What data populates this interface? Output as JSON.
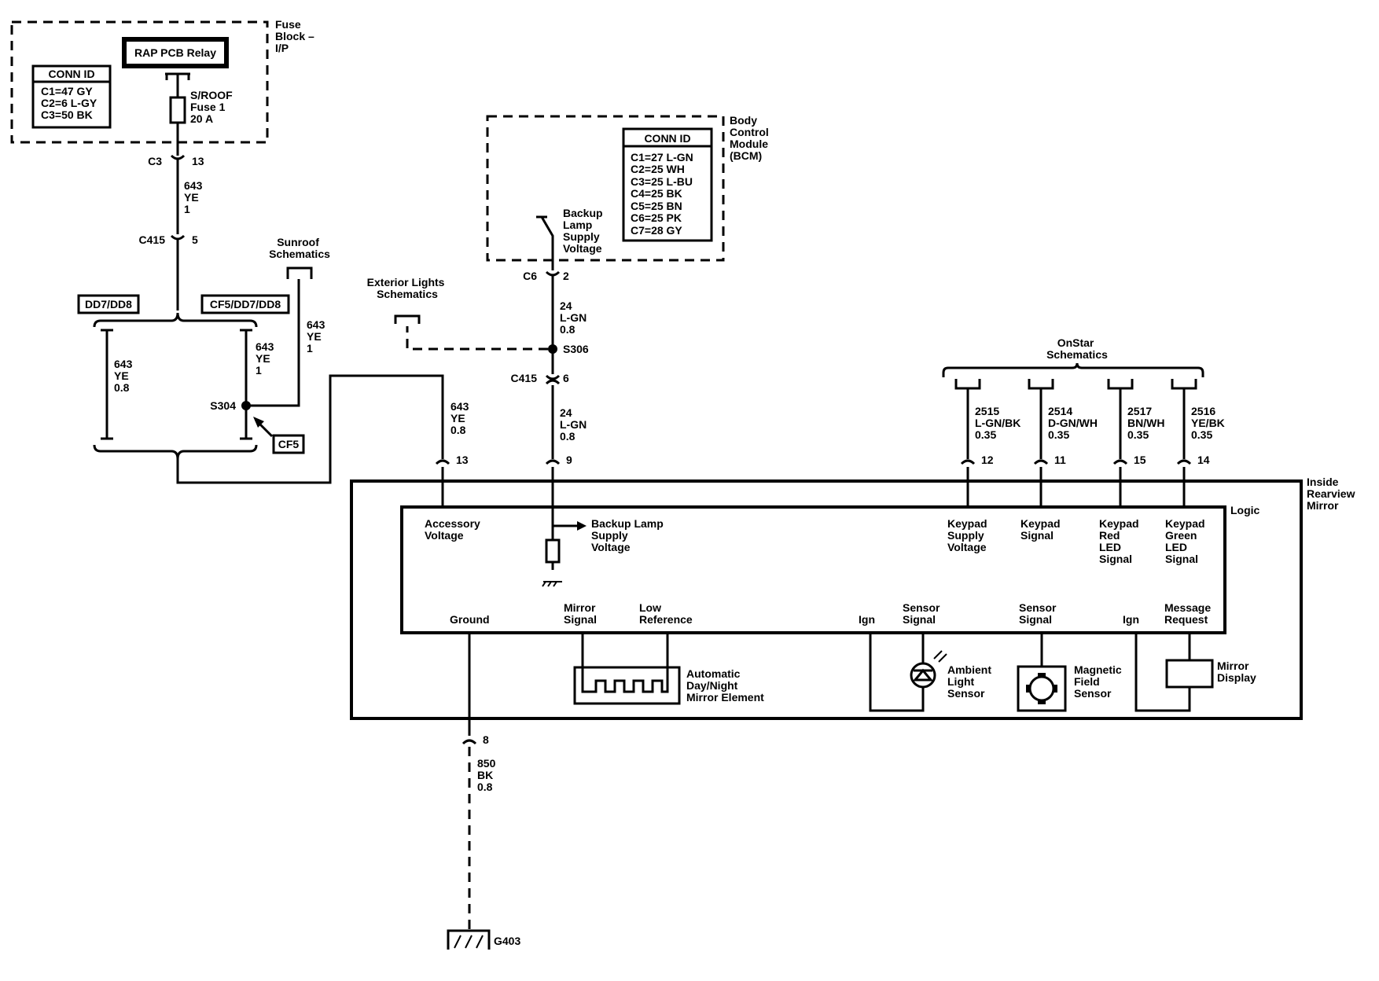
{
  "fuse_block": {
    "title_lines": [
      "Fuse",
      "Block –",
      "I/P"
    ],
    "relay": "RAP PCB Relay",
    "fuse_lines": [
      "S/ROOF",
      "Fuse 1",
      "20 A"
    ],
    "conn_title": "CONN ID",
    "conn_rows": [
      "C1=47 GY",
      "C2=6 L-GY",
      "C3=50 BK"
    ]
  },
  "bcm": {
    "title_lines": [
      "Body",
      "Control",
      "Module",
      "(BCM)"
    ],
    "conn_title": "CONN ID",
    "conn_rows": [
      "C1=27 L-GN",
      "C2=25 WH",
      "C3=25 L-BU",
      "C4=25 BK",
      "C5=25 BN",
      "C6=25 PK",
      "C7=28 GY"
    ],
    "switch_lines": [
      "Backup",
      "Lamp",
      "Supply",
      "Voltage"
    ]
  },
  "connectors": {
    "c3": "C3",
    "c3_pin": "13",
    "c415_a": "C415",
    "c415_a_pin": "5",
    "c6": "C6",
    "c6_pin": "2",
    "c415_b": "C415",
    "c415_b_pin": "6",
    "mirror_pin_13": "13",
    "mirror_pin_9": "9",
    "mirror_pin_12": "12",
    "mirror_pin_11": "11",
    "mirror_pin_15": "15",
    "mirror_pin_14": "14",
    "ground_pin": "8"
  },
  "wires": {
    "w1": [
      "643",
      "YE",
      "1"
    ],
    "w2": [
      "643",
      "YE",
      "0.8"
    ],
    "w3": [
      "643",
      "YE",
      "1"
    ],
    "w4": [
      "643",
      "YE",
      "1"
    ],
    "w5": [
      "643",
      "YE",
      "0.8"
    ],
    "w6": [
      "24",
      "L-GN",
      "0.8"
    ],
    "w7": [
      "24",
      "L-GN",
      "0.8"
    ],
    "w8": [
      "2515",
      "L-GN/BK",
      "0.35"
    ],
    "w9": [
      "2514",
      "D-GN/WH",
      "0.35"
    ],
    "w10": [
      "2517",
      "BN/WH",
      "0.35"
    ],
    "w11": [
      "2516",
      "YE/BK",
      "0.35"
    ],
    "w12": [
      "850",
      "BK",
      "0.8"
    ]
  },
  "options": {
    "dd7_dd8": "DD7/DD8",
    "cf5_dd7_dd8": "CF5/DD7/DD8",
    "cf5": "CF5"
  },
  "splices": {
    "s304": "S304",
    "s306": "S306"
  },
  "refs": {
    "sunroof": [
      "Sunroof",
      "Schematics"
    ],
    "exterior": [
      "Exterior Lights",
      "Schematics"
    ],
    "onstar": [
      "OnStar",
      "Schematics"
    ]
  },
  "mirror": {
    "title_lines": [
      "Inside",
      "Rearview",
      "Mirror"
    ],
    "logic": "Logic",
    "accessory": [
      "Accessory",
      "Voltage"
    ],
    "backup_lamp": [
      "Backup Lamp",
      "Supply",
      "Voltage"
    ],
    "keypad_supply": [
      "Keypad",
      "Supply",
      "Voltage"
    ],
    "keypad_signal": [
      "Keypad",
      "Signal"
    ],
    "keypad_red": [
      "Keypad",
      "Red",
      "LED",
      "Signal"
    ],
    "keypad_green": [
      "Keypad",
      "Green",
      "LED",
      "Signal"
    ],
    "ground": "Ground",
    "mirror_signal": [
      "Mirror",
      "Signal"
    ],
    "low_reference": [
      "Low",
      "Reference"
    ],
    "ign_1": "Ign",
    "sensor_signal_1": [
      "Sensor",
      "Signal"
    ],
    "sensor_signal_2": [
      "Sensor",
      "Signal"
    ],
    "ign_2": "Ign",
    "message_request": [
      "Message",
      "Request"
    ],
    "daynight": [
      "Automatic",
      "Day/Night",
      "Mirror Element"
    ],
    "ambient": [
      "Ambient",
      "Light",
      "Sensor"
    ],
    "magnetic": [
      "Magnetic",
      "Field",
      "Sensor"
    ],
    "display": [
      "Mirror",
      "Display"
    ]
  },
  "ground_label": "G403"
}
